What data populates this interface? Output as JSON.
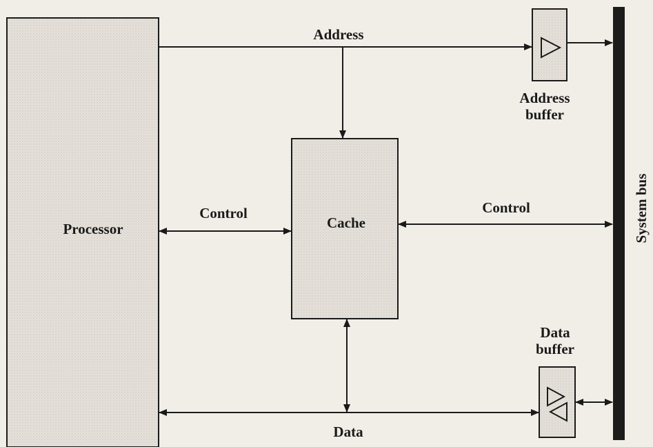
{
  "diagram": {
    "processor_label": "Processor",
    "cache_label": "Cache",
    "address_label": "Address",
    "control_left_label": "Control",
    "control_right_label": "Control",
    "data_label": "Data",
    "address_buffer_label": [
      "Address",
      "buffer"
    ],
    "data_buffer_label": [
      "Data",
      "buffer"
    ],
    "system_bus_label": "System bus"
  },
  "colors": {
    "background": "#f1eee8",
    "block_fill": "#e3dfd8",
    "line": "#1a1a1a",
    "bus": "#1c1c1c"
  }
}
